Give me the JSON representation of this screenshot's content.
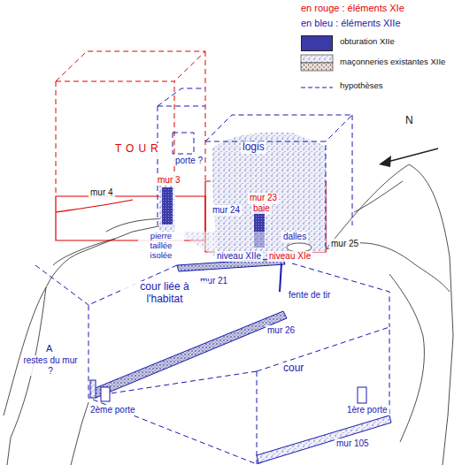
{
  "diagram": {
    "labels": [
      "en rouge : éléments XIe",
      "en bleu : éléments XIIe",
      "N",
      "TOUR",
      "porte ?",
      "logis",
      "mur 4",
      "mur 3",
      "mur 23",
      "baie",
      "mur 24",
      "pierre taillée isolée",
      "dalles",
      "mur 25",
      "niveau XIIe",
      "niveau XIe",
      "mur 21",
      "fente de tir",
      "cour liée à l'habitat",
      "mur 26",
      "A",
      "restes du mur ?",
      "cour",
      "2ème porte",
      "1ère porte",
      "mur 105"
    ],
    "legend": [
      {
        "text": "obturation XIIe",
        "color": "#3a3aa8"
      },
      {
        "text": "maçonneries existantes XIIe"
      },
      {
        "text": "hypothèses"
      }
    ]
  }
}
